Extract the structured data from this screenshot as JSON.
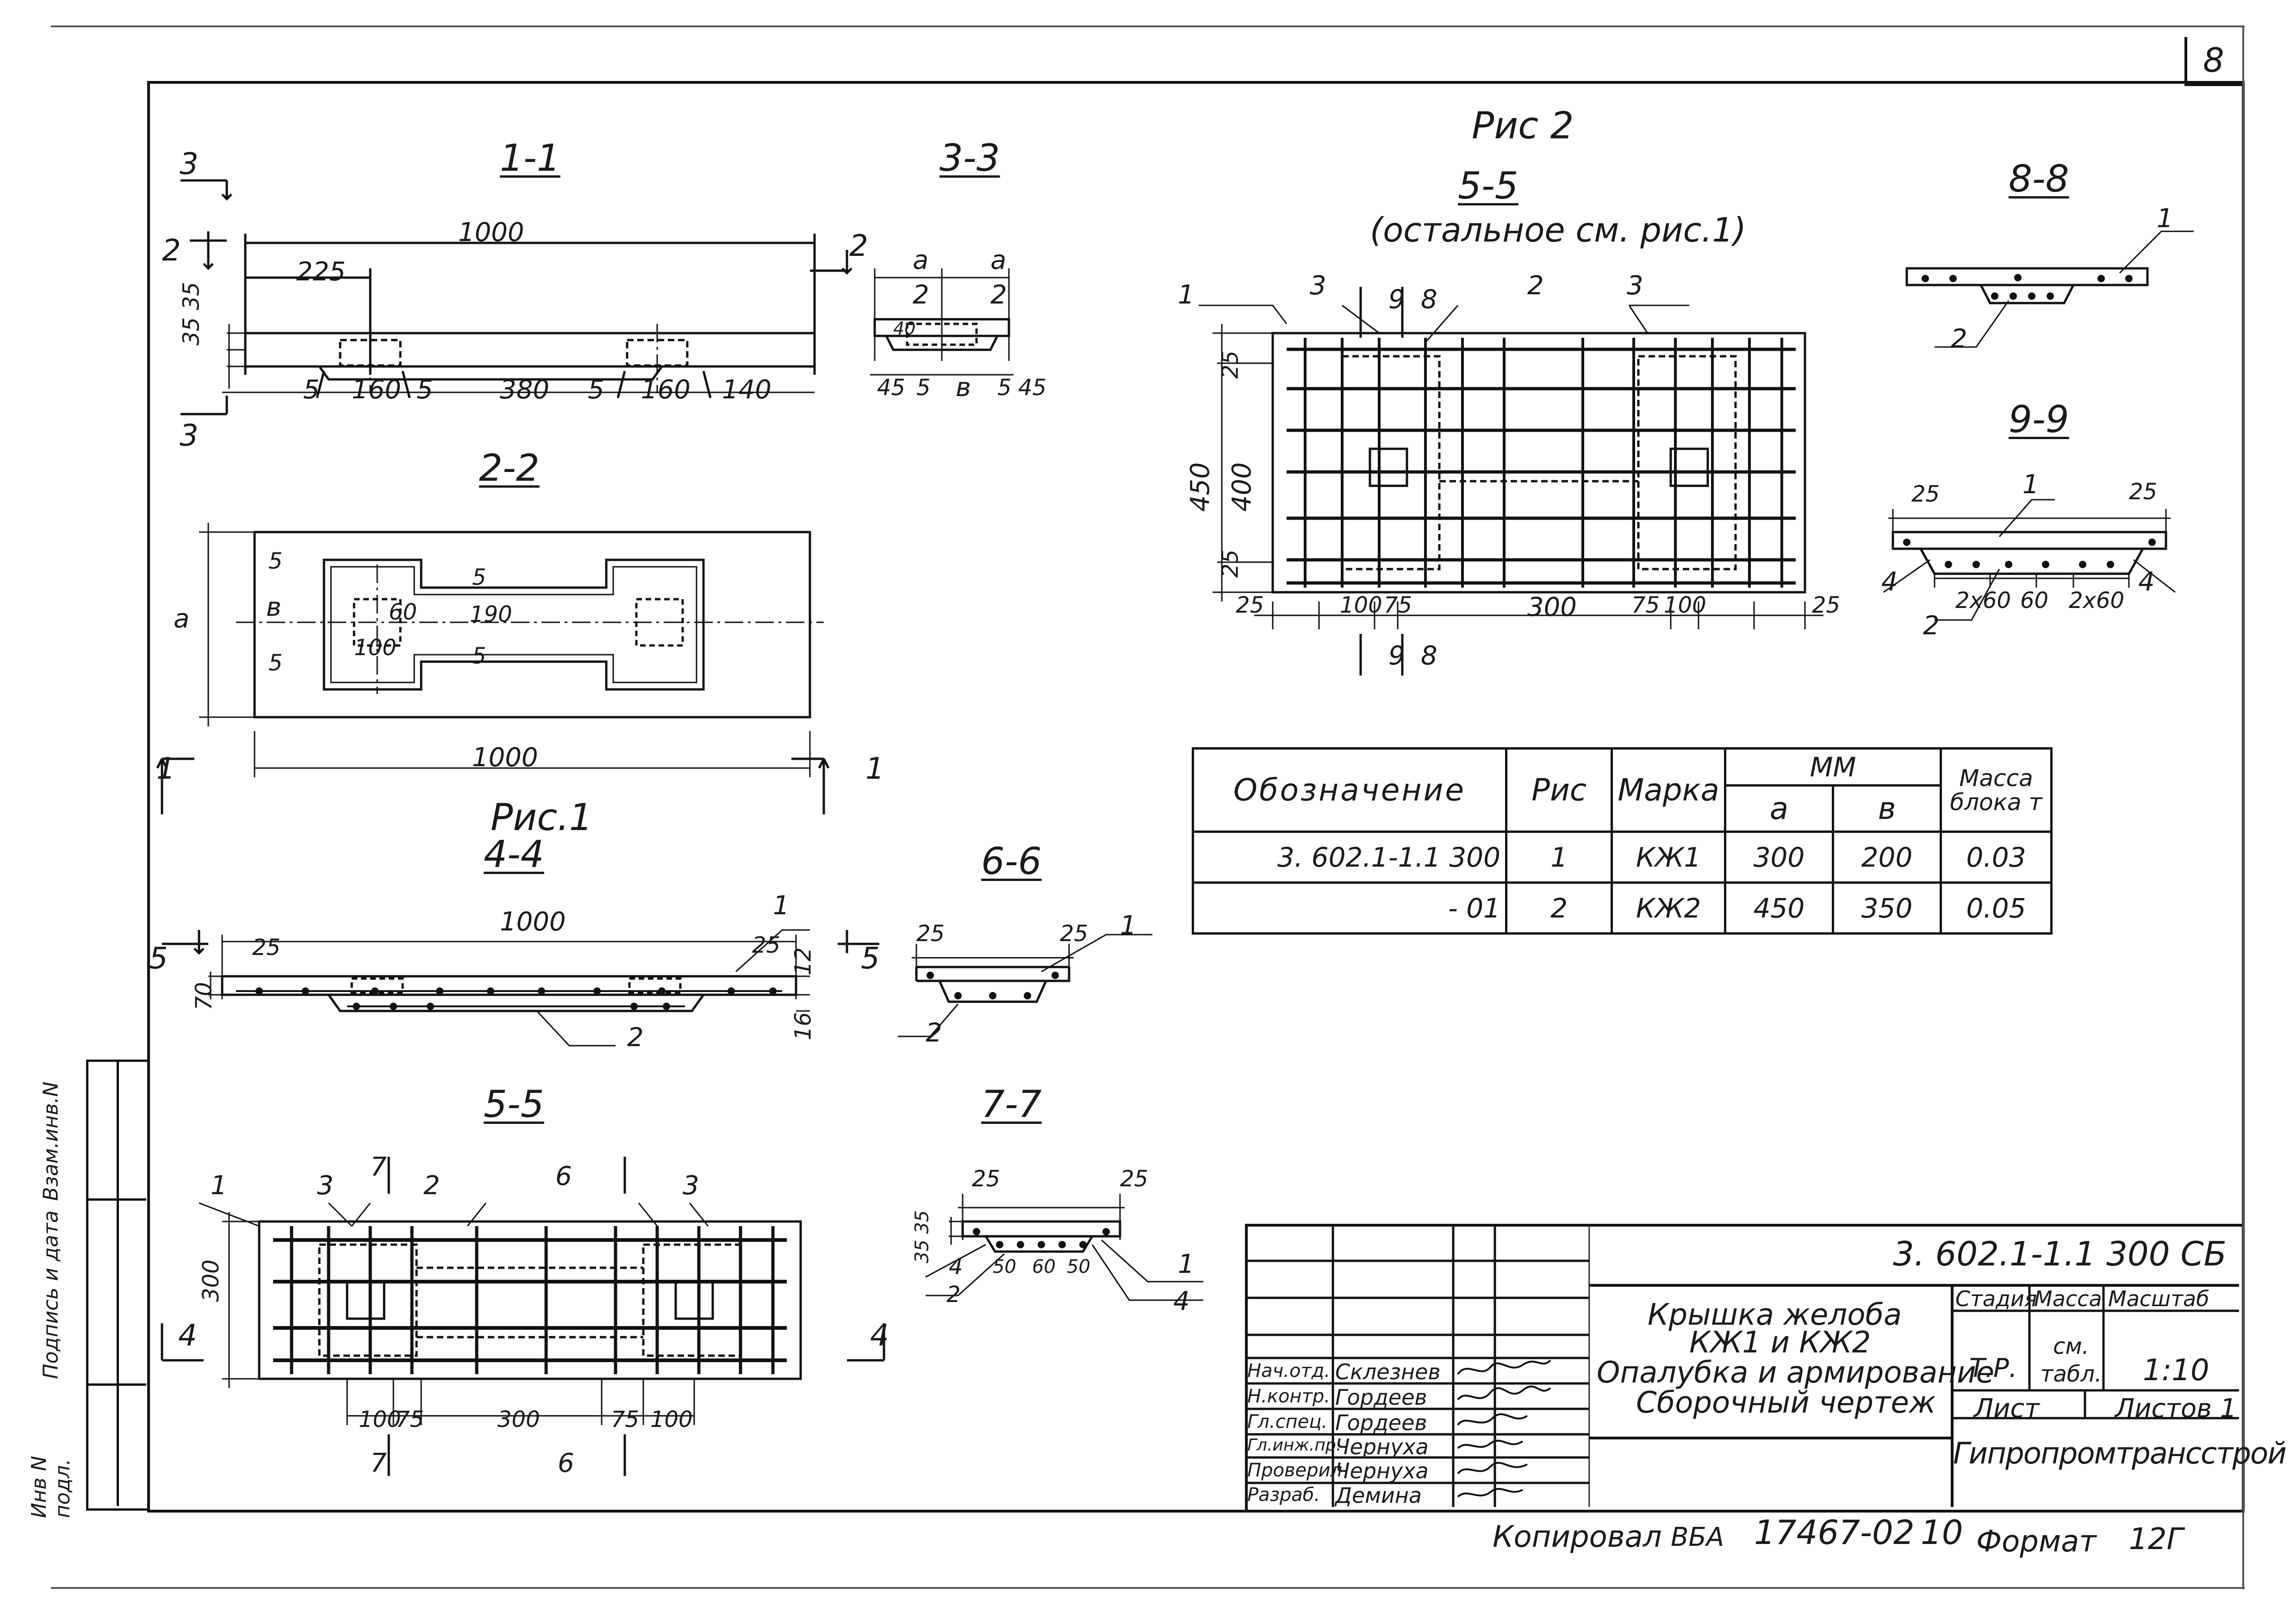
{
  "sheet": {
    "page_number": "8",
    "figure2_title": "Рис 2",
    "figure1_title": "Рис.1",
    "copied_by": "Копировал",
    "copy_signature": "ВБА",
    "archive_number": "17467-02",
    "archive_sheet": "10",
    "format_label": "Формат",
    "format_value": "12Г"
  },
  "side_stamp": {
    "inv_orig": "Инв N подл.",
    "sign_date": "Подпись и дата",
    "replace_inv": "Взам.инв.N"
  },
  "views": {
    "s11": {
      "title": "1-1",
      "total": "1000",
      "left_offset": "225",
      "heights": "35 35",
      "dims": [
        "5",
        "160",
        "5",
        "380",
        "5",
        "160",
        "140"
      ]
    },
    "s33": {
      "title": "3-3",
      "a_top_left": "a",
      "half_left": "2",
      "a_top_right": "a",
      "half_right": "2",
      "small": "40",
      "dims": [
        "45",
        "5",
        "в",
        "5",
        "45"
      ]
    },
    "s22": {
      "title": "2-2",
      "total": "1000",
      "side_a": "a",
      "side_b": "в",
      "d5a": "5",
      "d5b": "5",
      "d5c": "5",
      "d5d": "5",
      "d60": "60",
      "d100": "100",
      "d190": "190"
    },
    "s44": {
      "title": "4-4",
      "total": "1000",
      "left": "25",
      "right": "25",
      "h70": "70",
      "h12": "12",
      "h16": "16",
      "pos1": "1",
      "pos2": "2"
    },
    "s66": {
      "title": "6-6",
      "left": "25",
      "right": "25",
      "pos1": "1",
      "pos2": "2"
    },
    "s77": {
      "title": "7-7",
      "left": "25",
      "right": "25",
      "heights": "35 35",
      "dims": [
        "50",
        "60",
        "50"
      ],
      "pos1": "1",
      "pos2": "2",
      "pos4a": "4",
      "pos4b": "4"
    },
    "s55a": {
      "title": "5-5",
      "height": "300",
      "dims": [
        "100",
        "75",
        "300",
        "75",
        "100"
      ],
      "pos1": "1",
      "pos2": "2",
      "pos3a": "3",
      "pos3b": "3",
      "cut7": "7",
      "cut6": "6"
    },
    "s55b": {
      "title": "5-5",
      "note": "(остальное см. рис.1)",
      "total": "450",
      "inner": "400",
      "top": "25",
      "bot": "25",
      "dims": [
        "25",
        "100",
        "75",
        "300",
        "75",
        "100",
        "25"
      ],
      "pos1": "1",
      "pos2": "2",
      "pos3a": "3",
      "pos3b": "3",
      "cut9": "9",
      "cut8": "8"
    },
    "s88": {
      "title": "8-8",
      "pos1": "1",
      "pos2": "2"
    },
    "s99": {
      "title": "9-9",
      "left": "25",
      "right": "25",
      "dims": [
        "2x60",
        "60",
        "2x60"
      ],
      "pos1": "1",
      "pos2": "2",
      "pos4a": "4",
      "pos4b": "4"
    }
  },
  "cut_marks": {
    "c3": "3",
    "c2": "2",
    "c1": "1",
    "c5": "5",
    "c4": "4"
  },
  "spec_table": {
    "headers": {
      "designation": "Обозначение",
      "figure": "Рис",
      "mark": "Марка",
      "mm": "ММ",
      "a": "а",
      "b": "в",
      "mass": "Масса блока т"
    },
    "rows": [
      {
        "designation": "3. 602.1-1.1 300",
        "figure": "1",
        "mark": "КЖ1",
        "a": "300",
        "b": "200",
        "mass": "0.03"
      },
      {
        "designation": "- 01",
        "figure": "2",
        "mark": "КЖ2",
        "a": "450",
        "b": "350",
        "mass": "0.05"
      }
    ]
  },
  "title_block": {
    "code": "3. 602.1-1.1 300 СБ",
    "name_line1": "Крышка желоба",
    "name_line2": "КЖ1 и КЖ2",
    "name_line3": "Опалубка и армирование",
    "name_line4": "Сборочный чертеж",
    "stage_label": "Стадия",
    "mass_label": "Масса",
    "scale_label": "Масштаб",
    "stage": "Т.Р.",
    "mass": "см. табл.",
    "scale": "1:10",
    "sheet_label": "Лист",
    "sheets_label": "Листов 1",
    "organization": "Гипропромтрансстрой",
    "roles": [
      {
        "role": "Нач.отд.",
        "name": "Склезнев"
      },
      {
        "role": "Н.контр.",
        "name": "Гордеев"
      },
      {
        "role": "Гл.спец.",
        "name": "Гордеев"
      },
      {
        "role": "Гл.инж.пр.",
        "name": "Чернуха"
      },
      {
        "role": "Проверил",
        "name": "Чернуха"
      },
      {
        "role": "Разраб.",
        "name": "Демина"
      }
    ]
  }
}
